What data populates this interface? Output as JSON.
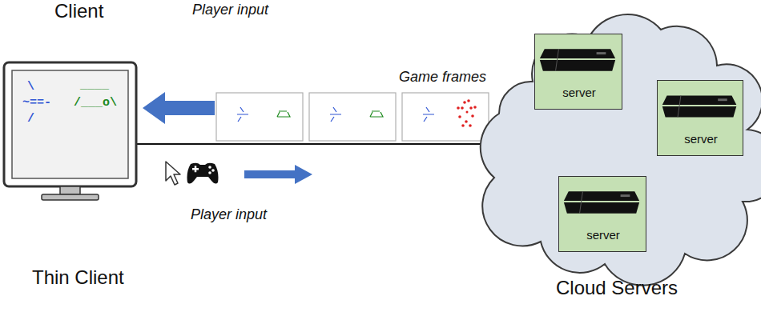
{
  "diagram": {
    "nodes": [
      {
        "text": [
          "Thin Client"
        ]
      },
      {
        "text": [
          "Cloud Servers"
        ]
      },
      {
        "text": [
          "server"
        ],
        "in": 1
      },
      {
        "text": [
          "server"
        ],
        "in": 1
      },
      {
        "text": [
          "server"
        ],
        "in": 1
      }
    ],
    "edges": [
      {
        "from": 0,
        "to": 1,
        "arrow": "none"
      }
    ],
    "labels": [
      "Client",
      "Player input",
      "Game frames",
      "Player input",
      "\\",
      "~==-",
      "/",
      "____",
      "/___o\\"
    ]
  }
}
